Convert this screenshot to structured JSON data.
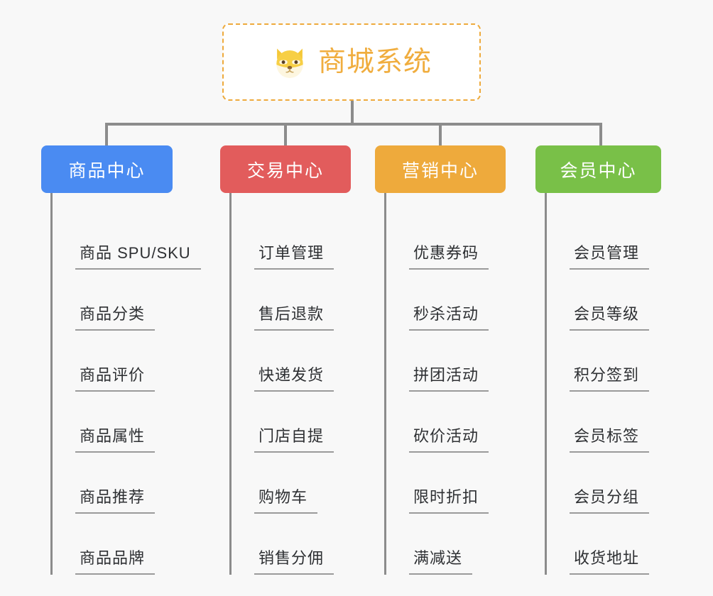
{
  "background_color": "#f8f8f8",
  "root": {
    "icon": "shiba-dog-face-icon",
    "title": "商城系统",
    "accent_color": "#f0ad3e",
    "border_style": "dashed"
  },
  "connector_color": "#8c8c8c",
  "columns": [
    {
      "id": "product-center",
      "title": "商品中心",
      "color": "#4a8bf2",
      "items": [
        "商品 SPU/SKU",
        "商品分类",
        "商品评价",
        "商品属性",
        "商品推荐",
        "商品品牌"
      ]
    },
    {
      "id": "trade-center",
      "title": "交易中心",
      "color": "#e25c5c",
      "items": [
        "订单管理",
        "售后退款",
        "快递发货",
        "门店自提",
        "购物车",
        "销售分佣"
      ]
    },
    {
      "id": "marketing-center",
      "title": "营销中心",
      "color": "#eeaa3c",
      "items": [
        "优惠券码",
        "秒杀活动",
        "拼团活动",
        "砍价活动",
        "限时折扣",
        "满减送"
      ]
    },
    {
      "id": "member-center",
      "title": "会员中心",
      "color": "#79c048",
      "items": [
        "会员管理",
        "会员等级",
        "积分签到",
        "会员标签",
        "会员分组",
        "收货地址"
      ]
    }
  ]
}
